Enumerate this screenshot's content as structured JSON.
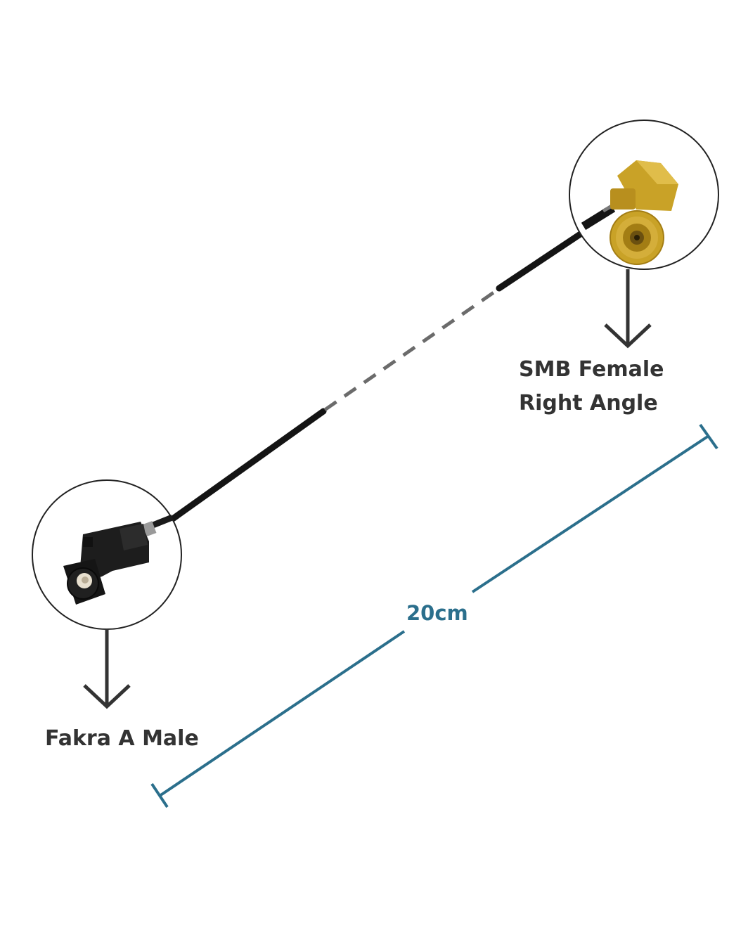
{
  "connectors": {
    "end_a": {
      "label": "Fakra A Male",
      "icon": "fakra-connector-icon"
    },
    "end_b": {
      "label_line1": "SMB Female",
      "label_line2": "Right Angle",
      "icon": "smb-right-angle-connector-icon"
    }
  },
  "dimension": {
    "label": "20cm"
  },
  "colors": {
    "cable": "#141414",
    "cable_dash": "#6b6b6b",
    "dimension_line": "#2b6f8c",
    "label_text": "#333333",
    "fakra_body": "#1d1d1d",
    "smb_gold": "#c9a227",
    "callout_circle": "#222222"
  }
}
